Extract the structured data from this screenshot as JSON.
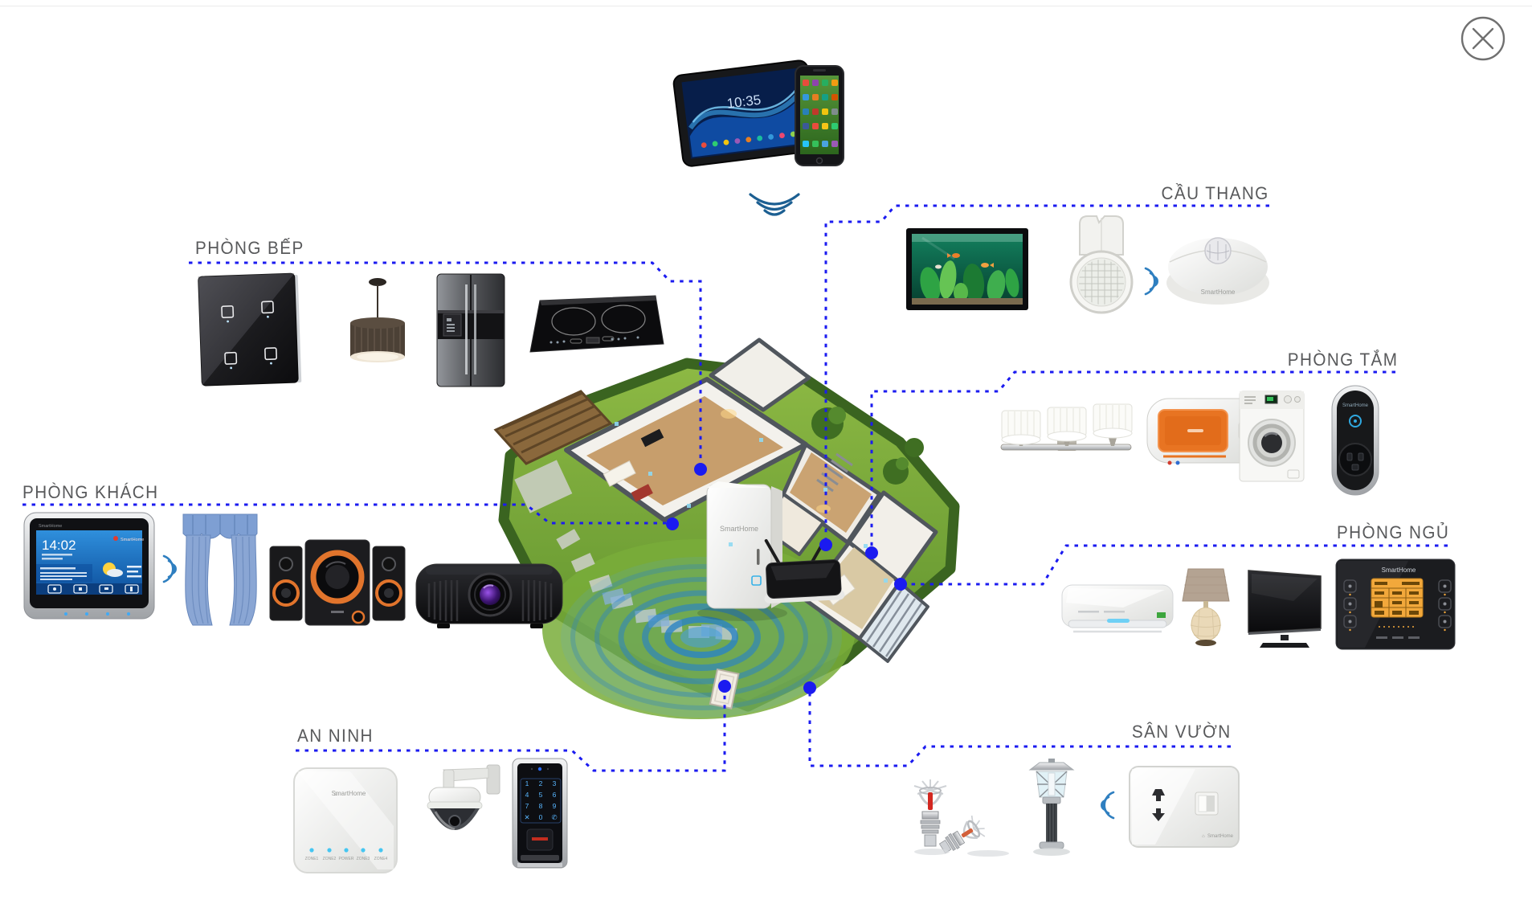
{
  "modal": {
    "close_icon": "close-x"
  },
  "brand": {
    "name": "SmartHome",
    "logo_glyph": "⌂"
  },
  "colors": {
    "connector_blue": "#1b1bf0",
    "label_gray": "#58595b",
    "wifi_blue": "#2a83c4",
    "accent_orange": "#e87422"
  },
  "remote_devices": {
    "tablet_time": "10:35"
  },
  "wall_tablet": {
    "time": "14:02"
  },
  "alarm_hub": {
    "leds": [
      "ZONE1",
      "ZONE2",
      "POWER",
      "ZONE3",
      "ZONE4"
    ]
  },
  "keypad": {
    "keys": [
      "1",
      "2",
      "3",
      "4",
      "5",
      "6",
      "7",
      "8",
      "9",
      "✕",
      "0",
      "✆"
    ]
  },
  "zones": [
    {
      "id": "phong-bep",
      "label": "PHÒNG BẾP",
      "devices": [
        "touch switch panel",
        "pendant lamp",
        "refrigerator",
        "induction cooktop"
      ]
    },
    {
      "id": "cau-thang",
      "label": "CẦU THANG",
      "devices": [
        "aquarium",
        "ceiling speaker",
        "motion sensor"
      ]
    },
    {
      "id": "phong-tam",
      "label": "PHÒNG TẮM",
      "devices": [
        "vanity light",
        "water heater",
        "washing machine",
        "smart plug"
      ]
    },
    {
      "id": "phong-ngu",
      "label": "PHÒNG NGỦ",
      "devices": [
        "air conditioner",
        "table lamp",
        "television",
        "smart control panel"
      ]
    },
    {
      "id": "phong-khach",
      "label": "PHÒNG KHÁCH",
      "devices": [
        "wall tablet",
        "curtains",
        "speaker system",
        "projector"
      ]
    },
    {
      "id": "an-ninh",
      "label": "AN NINH",
      "devices": [
        "alarm hub",
        "ptz camera",
        "access keypad"
      ]
    },
    {
      "id": "san-vuon",
      "label": "SÂN VƯỜN",
      "devices": [
        "fire sprinklers",
        "garden lamp",
        "wall socket"
      ]
    }
  ]
}
